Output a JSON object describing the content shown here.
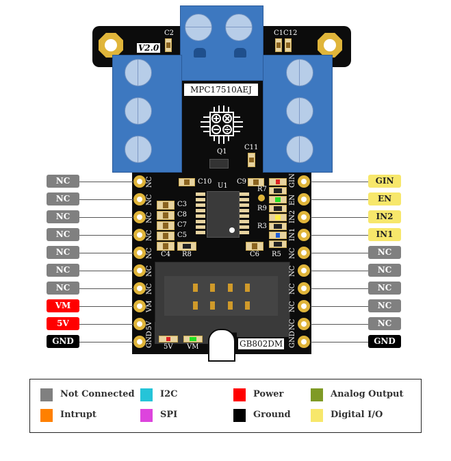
{
  "board": {
    "chip_label": "MPC17510AEJ",
    "connector_label": "GB802DM",
    "version": "V2.0",
    "components": {
      "c2": "C2",
      "c1c12": "C1C12",
      "c11": "C11",
      "q1": "Q1",
      "c10": "C10",
      "u1": "U1",
      "c9": "C9",
      "r7": "R7",
      "r9": "R9",
      "r3": "R3",
      "r5": "R5",
      "c3": "C3",
      "c8": "C8",
      "c7": "C7",
      "c5": "C5",
      "c4": "C4",
      "r8": "R8",
      "c6": "C6",
      "led_5v": "5V",
      "led_vm": "VM"
    },
    "left_silk": [
      "NC",
      "NC",
      "NC",
      "NC",
      "NC",
      "NC",
      "NC",
      "VM",
      "5V",
      "GND"
    ],
    "right_silk": [
      "GIN",
      "EN",
      "IN2",
      "IN1",
      "NC",
      "NC",
      "NC",
      "NC",
      "NC",
      "GND"
    ]
  },
  "pins": {
    "left": [
      {
        "label": "NC",
        "type": "Not Connected",
        "color": "#808080"
      },
      {
        "label": "NC",
        "type": "Not Connected",
        "color": "#808080"
      },
      {
        "label": "NC",
        "type": "Not Connected",
        "color": "#808080"
      },
      {
        "label": "NC",
        "type": "Not Connected",
        "color": "#808080"
      },
      {
        "label": "NC",
        "type": "Not Connected",
        "color": "#808080"
      },
      {
        "label": "NC",
        "type": "Not Connected",
        "color": "#808080"
      },
      {
        "label": "NC",
        "type": "Not Connected",
        "color": "#808080"
      },
      {
        "label": "VM",
        "type": "Power",
        "color": "#ff0000"
      },
      {
        "label": "5V",
        "type": "Power",
        "color": "#ff0000"
      },
      {
        "label": "GND",
        "type": "Ground",
        "color": "#000000"
      }
    ],
    "right": [
      {
        "label": "GIN",
        "type": "Digital I/O",
        "color": "#f7e76b"
      },
      {
        "label": "EN",
        "type": "Digital I/O",
        "color": "#f7e76b"
      },
      {
        "label": "IN2",
        "type": "Digital I/O",
        "color": "#f7e76b"
      },
      {
        "label": "IN1",
        "type": "Digital I/O",
        "color": "#f7e76b"
      },
      {
        "label": "NC",
        "type": "Not Connected",
        "color": "#808080"
      },
      {
        "label": "NC",
        "type": "Not Connected",
        "color": "#808080"
      },
      {
        "label": "NC",
        "type": "Not Connected",
        "color": "#808080"
      },
      {
        "label": "NC",
        "type": "Not Connected",
        "color": "#808080"
      },
      {
        "label": "NC",
        "type": "Not Connected",
        "color": "#808080"
      },
      {
        "label": "GND",
        "type": "Ground",
        "color": "#000000"
      }
    ]
  },
  "legend": [
    {
      "label": "Not Connected",
      "color": "#808080"
    },
    {
      "label": "Intrupt",
      "color": "#ff8000"
    },
    {
      "label": "I2C",
      "color": "#25c4d8"
    },
    {
      "label": "SPI",
      "color": "#dd44dd"
    },
    {
      "label": "Power",
      "color": "#ff0000"
    },
    {
      "label": "Ground",
      "color": "#000000"
    },
    {
      "label": "Analog Output",
      "color": "#7f9a26"
    },
    {
      "label": "Digital I/O",
      "color": "#f7e76b"
    }
  ]
}
